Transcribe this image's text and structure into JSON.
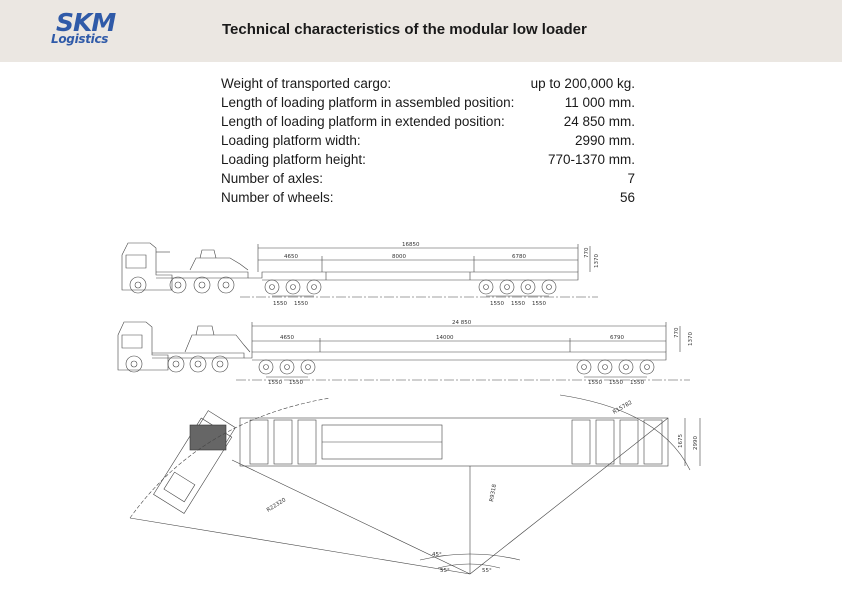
{
  "header": {
    "logo_main": "SKM",
    "logo_sub": "Logistics",
    "title": "Technical characteristics of the modular low loader"
  },
  "specs": [
    {
      "label": "Weight of transported cargo:",
      "value": "up to 200,000 kg."
    },
    {
      "label": "Length of loading platform in assembled position:",
      "value": "11 000 mm."
    },
    {
      "label": "Length of loading platform in extended position:",
      "value": "24 850 mm."
    },
    {
      "label": "Loading platform width:",
      "value": "2990 mm."
    },
    {
      "label": "Loading platform height:",
      "value": "770-1370 mm."
    },
    {
      "label": "Number of axles:",
      "value": "7"
    },
    {
      "label": "Number of wheels:",
      "value": "56"
    }
  ],
  "drawings": {
    "side_assembled": {
      "overall": "16850",
      "front_module": "4650",
      "middle": "8000",
      "rear_module": "6780",
      "axle_spacing": [
        "1550",
        "1550",
        "1550",
        "1550",
        "1550"
      ],
      "height_low": "770",
      "height_high": "1370"
    },
    "side_extended": {
      "overall": "24 850",
      "front_module": "4650",
      "middle": "14000",
      "rear_module": "6790",
      "axle_spacing": [
        "1550",
        "1550",
        "1550",
        "1550",
        "1550"
      ],
      "height_low": "770",
      "height_high": "1370"
    },
    "top_view": {
      "radius_outer": "R22320",
      "radius_inner": "R15782",
      "radius_center": "R9318",
      "width_platform": "2990",
      "width_inner": "1675",
      "angles": [
        "55°",
        "55°",
        "45°"
      ]
    }
  }
}
